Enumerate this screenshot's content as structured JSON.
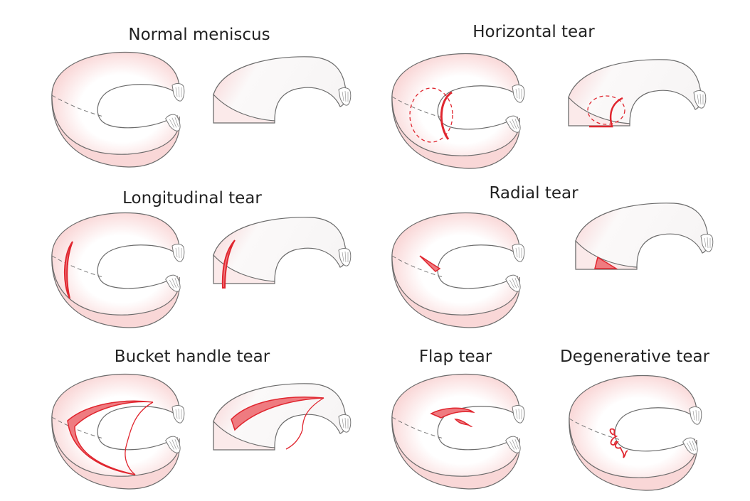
{
  "panels": [
    {
      "title": "Normal meniscus"
    },
    {
      "title": "Horizontal tear"
    },
    {
      "title": "Longitudinal tear"
    },
    {
      "title": "Radial tear"
    },
    {
      "title": "Bucket handle tear"
    },
    {
      "title": "Flap tear"
    },
    {
      "title": "Degenerative tear"
    }
  ],
  "colors": {
    "outline": "#6b6b6b",
    "body": "#f9d7d7",
    "tear_stroke": "#e0262f",
    "tear_fill": "#ef7b80"
  }
}
